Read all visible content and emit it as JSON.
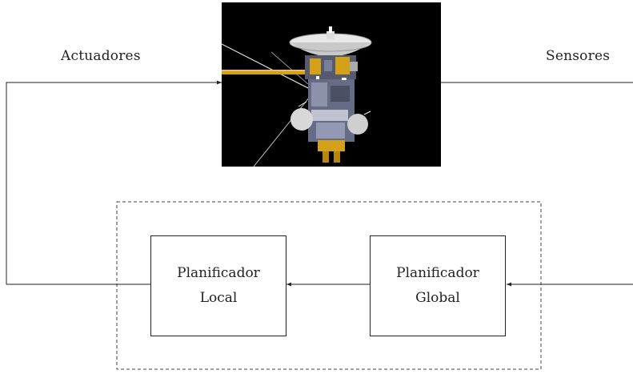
{
  "labels": {
    "actuators": "Actuadores",
    "sensors": "Sensores"
  },
  "boxes": {
    "local": {
      "line1": "Planificador",
      "line2": "Local"
    },
    "global": {
      "line1": "Planificador",
      "line2": "Global"
    }
  },
  "image": {
    "icon": "spacecraft-image"
  },
  "colors": {
    "line": "#222222",
    "image_bg": "#000000",
    "gold": "#d4a017"
  }
}
